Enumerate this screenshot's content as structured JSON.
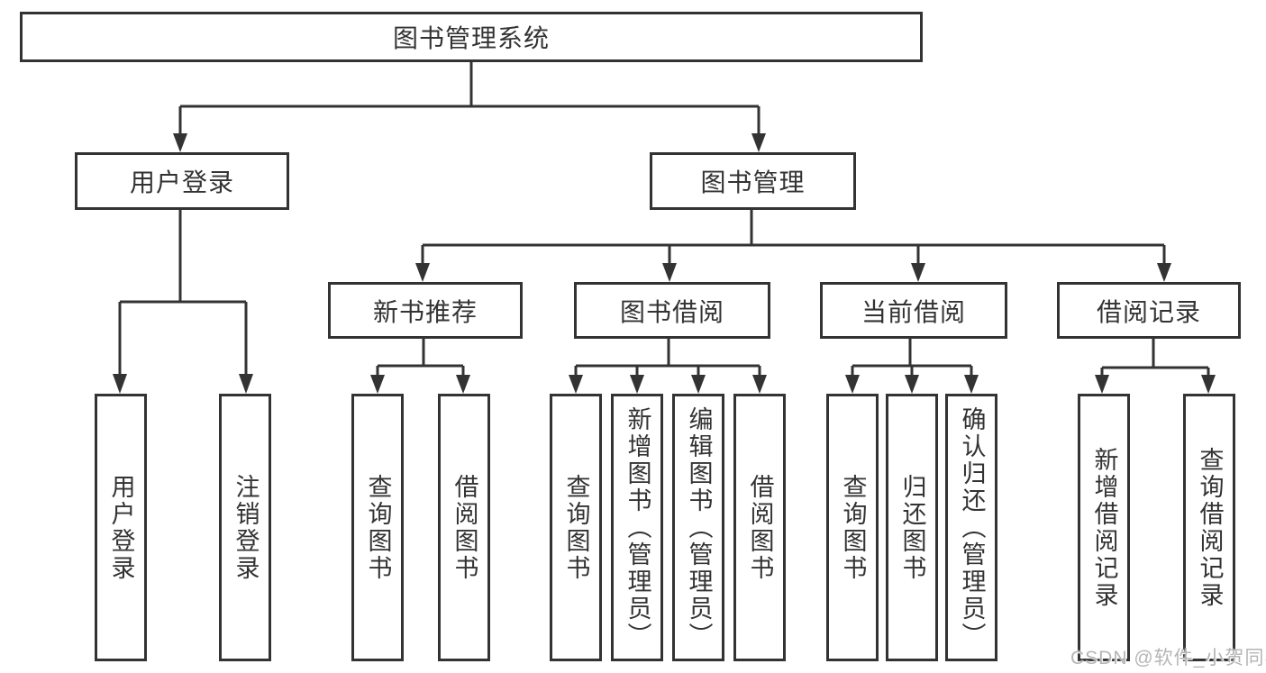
{
  "watermark": "CSDN @软件_小贺同学",
  "colors": {
    "line": "#333333",
    "text": "#333333",
    "watermark": "#b5b5b5",
    "background": "#ffffff"
  },
  "tree": {
    "root": {
      "label": "图书管理系统"
    },
    "children": [
      {
        "label": "用户登录",
        "children": [
          {
            "label": "用户登录"
          },
          {
            "label": "注销登录"
          }
        ]
      },
      {
        "label": "图书管理",
        "children": [
          {
            "label": "新书推荐",
            "children": [
              {
                "label": "查询图书"
              },
              {
                "label": "借阅图书"
              }
            ]
          },
          {
            "label": "图书借阅",
            "children": [
              {
                "label": "查询图书"
              },
              {
                "label": "新增图书（管理员）"
              },
              {
                "label": "编辑图书（管理员）"
              },
              {
                "label": "借阅图书"
              }
            ]
          },
          {
            "label": "当前借阅",
            "children": [
              {
                "label": "查询图书"
              },
              {
                "label": "归还图书"
              },
              {
                "label": "确认归还（管理员）"
              }
            ]
          },
          {
            "label": "借阅记录",
            "children": [
              {
                "label": "新增借阅记录"
              },
              {
                "label": "查询借阅记录"
              }
            ]
          }
        ]
      }
    ]
  }
}
